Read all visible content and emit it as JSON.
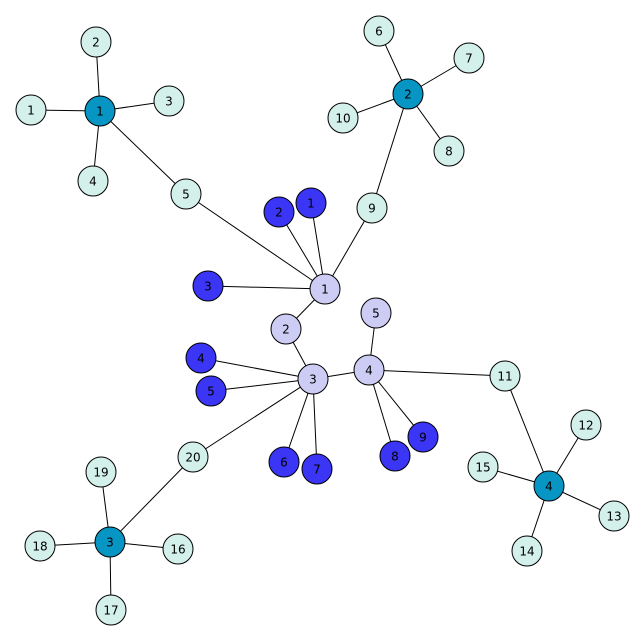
{
  "colors": {
    "hub": "#0795c4",
    "leaf": "#d3f0ea",
    "core": "#cdccf4",
    "blue": "#3b35f5",
    "edge": "#000000",
    "label": "#000000"
  },
  "nodes": [
    {
      "id": "h1",
      "label": "1",
      "type": "hub"
    },
    {
      "id": "h2",
      "label": "2",
      "type": "hub"
    },
    {
      "id": "h3",
      "label": "3",
      "type": "hub"
    },
    {
      "id": "h4",
      "label": "4",
      "type": "hub"
    },
    {
      "id": "l1",
      "label": "1",
      "type": "leaf"
    },
    {
      "id": "l2",
      "label": "2",
      "type": "leaf"
    },
    {
      "id": "l3",
      "label": "3",
      "type": "leaf"
    },
    {
      "id": "l4",
      "label": "4",
      "type": "leaf"
    },
    {
      "id": "l5",
      "label": "5",
      "type": "leaf"
    },
    {
      "id": "l6",
      "label": "6",
      "type": "leaf"
    },
    {
      "id": "l7",
      "label": "7",
      "type": "leaf"
    },
    {
      "id": "l8",
      "label": "8",
      "type": "leaf"
    },
    {
      "id": "l9",
      "label": "9",
      "type": "leaf"
    },
    {
      "id": "l10",
      "label": "10",
      "type": "leaf"
    },
    {
      "id": "l11",
      "label": "11",
      "type": "leaf"
    },
    {
      "id": "l12",
      "label": "12",
      "type": "leaf"
    },
    {
      "id": "l13",
      "label": "13",
      "type": "leaf"
    },
    {
      "id": "l14",
      "label": "14",
      "type": "leaf"
    },
    {
      "id": "l15",
      "label": "15",
      "type": "leaf"
    },
    {
      "id": "l16",
      "label": "16",
      "type": "leaf"
    },
    {
      "id": "l17",
      "label": "17",
      "type": "leaf"
    },
    {
      "id": "l18",
      "label": "18",
      "type": "leaf"
    },
    {
      "id": "l19",
      "label": "19",
      "type": "leaf"
    },
    {
      "id": "l20",
      "label": "20",
      "type": "leaf"
    },
    {
      "id": "c1",
      "label": "1",
      "type": "core"
    },
    {
      "id": "c2",
      "label": "2",
      "type": "core"
    },
    {
      "id": "c3",
      "label": "3",
      "type": "core"
    },
    {
      "id": "c4",
      "label": "4",
      "type": "core"
    },
    {
      "id": "c5",
      "label": "5",
      "type": "core"
    },
    {
      "id": "b1",
      "label": "1",
      "type": "blue"
    },
    {
      "id": "b2",
      "label": "2",
      "type": "blue"
    },
    {
      "id": "b3",
      "label": "3",
      "type": "blue"
    },
    {
      "id": "b4",
      "label": "4",
      "type": "blue"
    },
    {
      "id": "b5",
      "label": "5",
      "type": "blue"
    },
    {
      "id": "b6",
      "label": "6",
      "type": "blue"
    },
    {
      "id": "b7",
      "label": "7",
      "type": "blue"
    },
    {
      "id": "b8",
      "label": "8",
      "type": "blue"
    },
    {
      "id": "b9",
      "label": "9",
      "type": "blue"
    }
  ],
  "edges": [
    [
      "h1",
      "l1"
    ],
    [
      "h1",
      "l2"
    ],
    [
      "h1",
      "l3"
    ],
    [
      "h1",
      "l4"
    ],
    [
      "h1",
      "l5"
    ],
    [
      "l5",
      "c1"
    ],
    [
      "h2",
      "l6"
    ],
    [
      "h2",
      "l7"
    ],
    [
      "h2",
      "l8"
    ],
    [
      "h2",
      "l10"
    ],
    [
      "h2",
      "l9"
    ],
    [
      "l9",
      "c1"
    ],
    [
      "c1",
      "b1"
    ],
    [
      "c1",
      "b2"
    ],
    [
      "c1",
      "b3"
    ],
    [
      "c1",
      "c2"
    ],
    [
      "c2",
      "c3"
    ],
    [
      "c3",
      "b4"
    ],
    [
      "c3",
      "b5"
    ],
    [
      "c3",
      "b6"
    ],
    [
      "c3",
      "b7"
    ],
    [
      "c3",
      "c4"
    ],
    [
      "c3",
      "l20"
    ],
    [
      "c4",
      "c5"
    ],
    [
      "c4",
      "b8"
    ],
    [
      "c4",
      "b9"
    ],
    [
      "c4",
      "l11"
    ],
    [
      "l11",
      "h4"
    ],
    [
      "h4",
      "l12"
    ],
    [
      "h4",
      "l13"
    ],
    [
      "h4",
      "l14"
    ],
    [
      "h4",
      "l15"
    ],
    [
      "l20",
      "h3"
    ],
    [
      "h3",
      "l16"
    ],
    [
      "h3",
      "l17"
    ],
    [
      "h3",
      "l18"
    ],
    [
      "h3",
      "l19"
    ]
  ]
}
